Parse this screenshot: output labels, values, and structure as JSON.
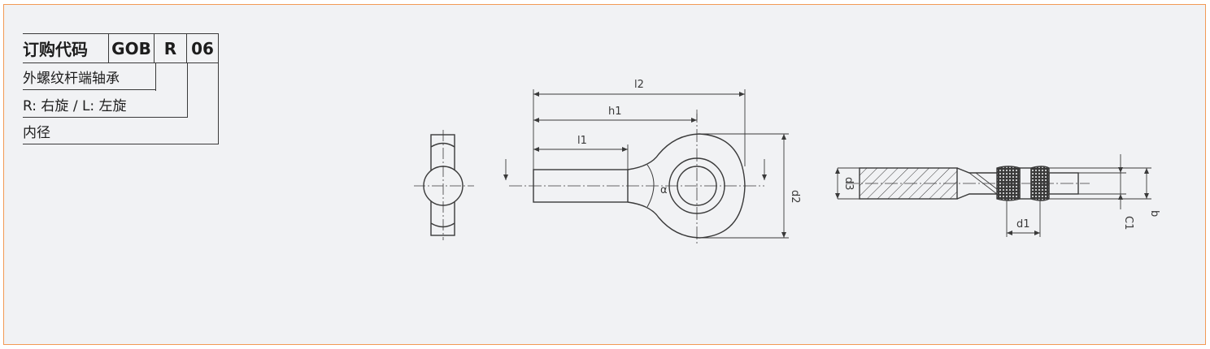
{
  "order_code": {
    "header": {
      "label": "订购代码",
      "series": "GOB",
      "direction": "R",
      "size": "06"
    },
    "rows": [
      {
        "text": "外螺纹杆端轴承"
      },
      {
        "text": "R: 右旋 / L: 左旋"
      },
      {
        "text": "内径"
      }
    ]
  },
  "dimensions": {
    "l2": "l2",
    "h1": "h1",
    "l1": "l1",
    "d2": "d2",
    "d3": "d3",
    "d1": "d1",
    "b": "b",
    "C1": "C1",
    "angle": "α"
  },
  "colors": {
    "border": "#f29a55",
    "background": "#f1f2f4",
    "line": "#3a3a3a"
  }
}
